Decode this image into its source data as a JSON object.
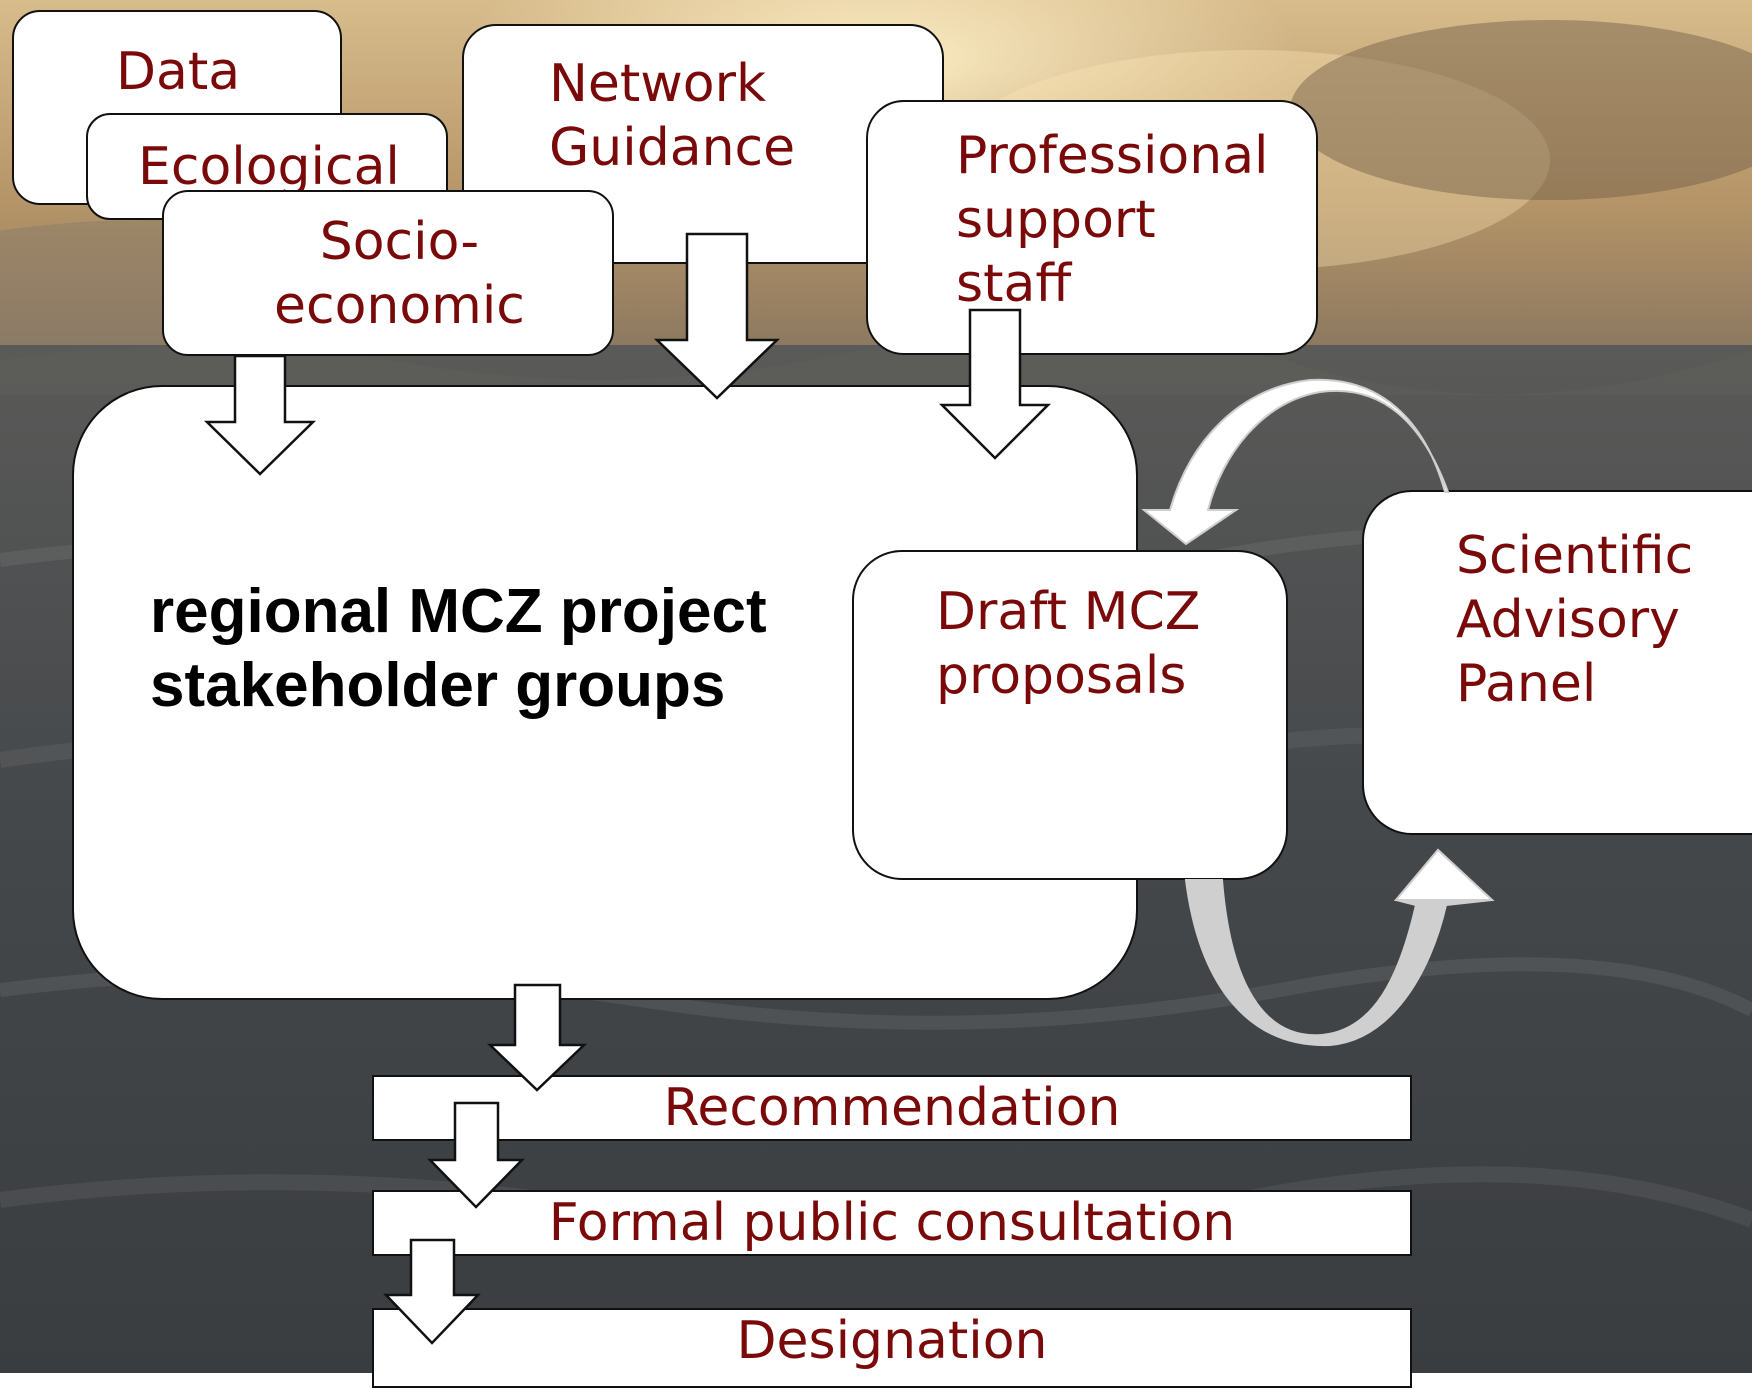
{
  "background": {
    "sky_color": "#c9a97a",
    "sea_color": "#3f4246"
  },
  "colors": {
    "label_text": "#7a0a0a",
    "title_text": "#000000",
    "box_fill": "#ffffff",
    "loop_arrow": "#cfcfcf"
  },
  "inputs": {
    "data": "Data",
    "ecological": "Ecological",
    "socio_economic": "Socio-\neconomic",
    "network_guidance": "Network\nGuidance",
    "professional_support": "Professional\nsupport\nstaff"
  },
  "main": {
    "title": "regional MCZ project\nstakeholder groups",
    "draft": "Draft MCZ\n proposals"
  },
  "panel": {
    "label": "Scientific\nAdvisory\nPanel"
  },
  "stages": {
    "recommendation": "Recommendation",
    "consultation": "Formal public consultation",
    "designation": "Designation"
  }
}
